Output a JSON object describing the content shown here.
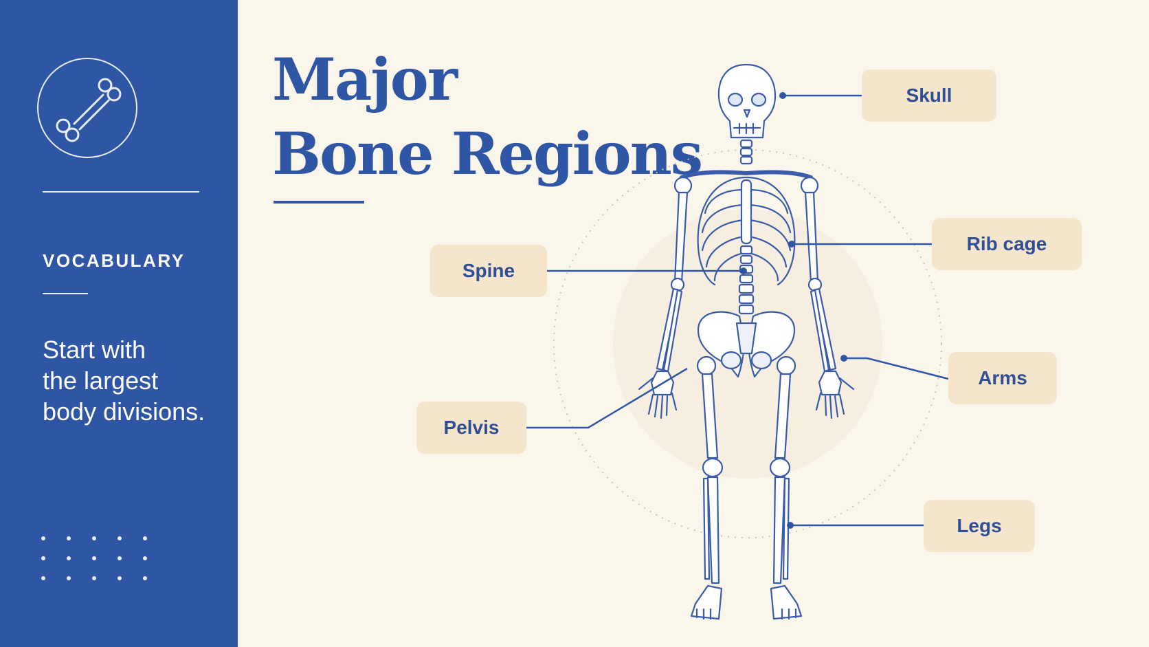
{
  "sidebar": {
    "kicker": "VOCABULARY",
    "tagline_lines": [
      "Start with",
      "the largest",
      "body divisions."
    ]
  },
  "title": {
    "line1": "Major",
    "line2": "Bone Regions"
  },
  "labels": {
    "skull": "Skull",
    "rib_cage": "Rib cage",
    "spine": "Spine",
    "arms": "Arms",
    "pelvis": "Pelvis",
    "legs": "Legs"
  },
  "icons": {
    "sidebar_icon": "bone-icon"
  },
  "colors": {
    "primary": "#2f56a4",
    "background": "#fbf6ec",
    "label_fill": "#f5e5cc",
    "sidebar_text": "#ffffff"
  }
}
